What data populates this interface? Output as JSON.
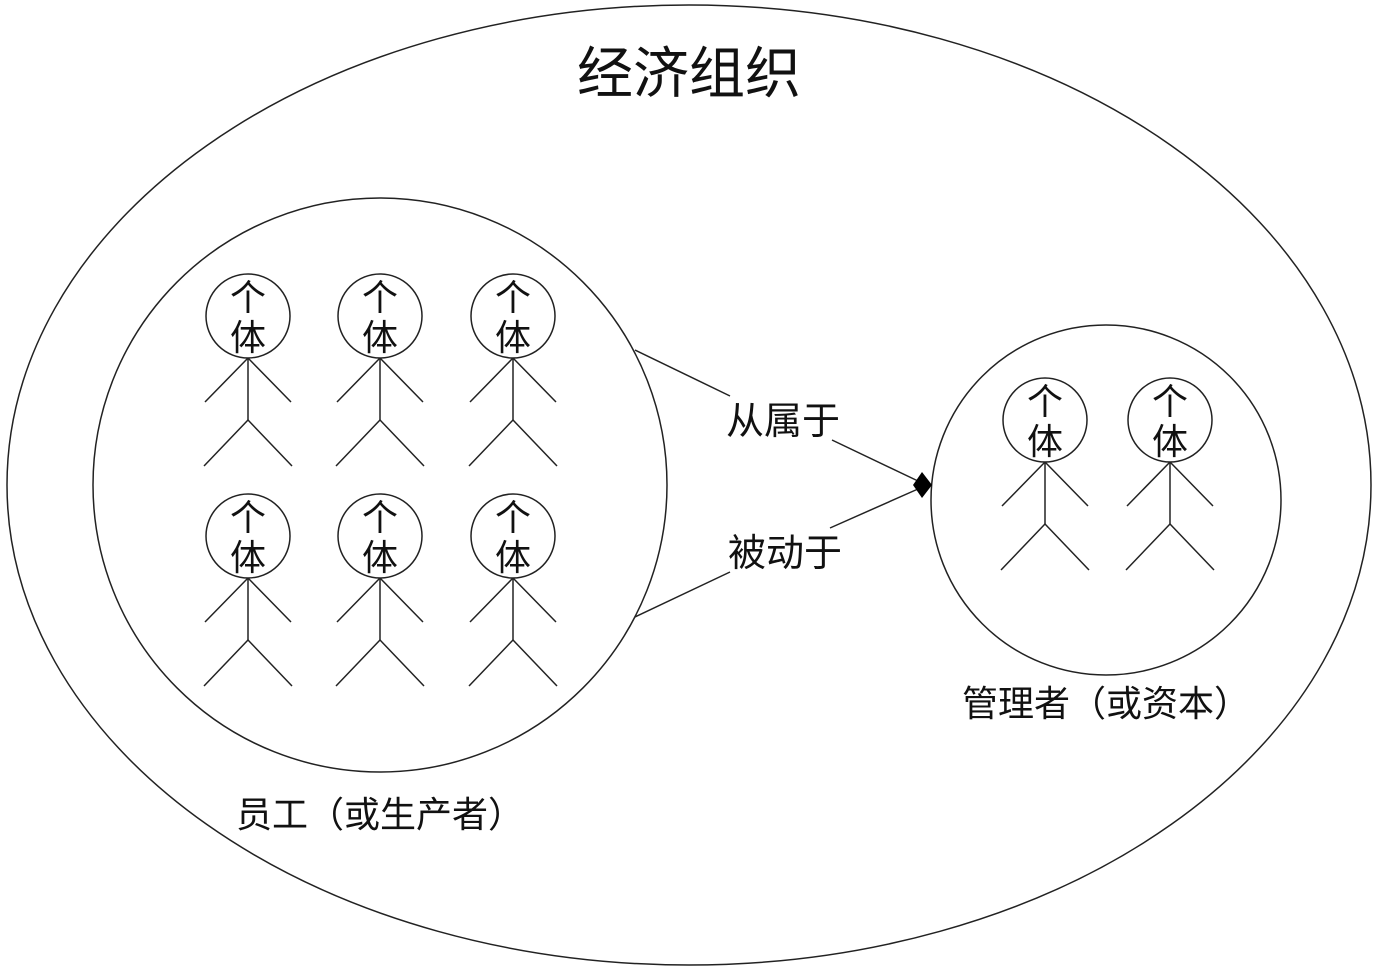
{
  "title": "经济组织",
  "employees_label": "员工（或生产者）",
  "managers_label": "管理者（或资本）",
  "relation_top": "从属于",
  "relation_bottom": "被动于",
  "person_text_top": "个",
  "person_text_bottom": "体",
  "employee_count": 6,
  "manager_count": 2
}
